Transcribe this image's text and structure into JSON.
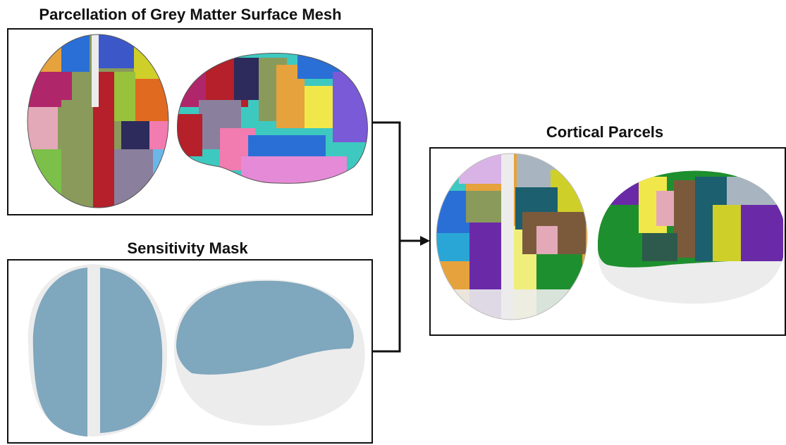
{
  "titles": {
    "parcellation": "Parcellation of Grey Matter Surface Mesh",
    "sensitivity": "Sensitivity Mask",
    "cortical": "Cortical Parcels"
  },
  "colors": {
    "line": "#111111",
    "mask_blue": "#7fa7bd",
    "mask_white": "#ececec",
    "parcel_palette": [
      "#e6a23c",
      "#2a6fd6",
      "#b0266b",
      "#8a9a5b",
      "#b5202a",
      "#8a7f9c",
      "#3ec9c0",
      "#f0e84a",
      "#6a2aa8",
      "#7cc04a",
      "#e58ad6",
      "#1f6e7a",
      "#e06a20",
      "#2d2a5c",
      "#f27bb0",
      "#6ab7e8",
      "#98c23c",
      "#b28a6a",
      "#1e8f2e",
      "#a8b5c0",
      "#d9b3e6",
      "#e3a9b8",
      "#f0ee7a",
      "#7b5a3c",
      "#cfcf2a",
      "#2aa6d6",
      "#d94a4a",
      "#1c7f8a"
    ]
  }
}
